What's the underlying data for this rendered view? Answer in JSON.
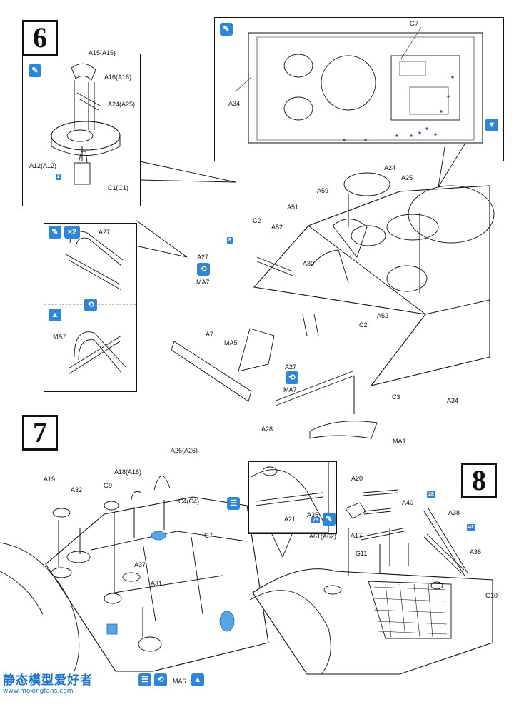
{
  "steps": {
    "s6": "6",
    "s7": "7",
    "s8": "8"
  },
  "icons": {
    "glue": "glue-icon",
    "x2": "×2",
    "flip": "flip-icon",
    "up": "up-icon",
    "top": "top-view-icon",
    "hatch": "hatch-icon"
  },
  "tags": {
    "t1": "2",
    "t2": "8",
    "t3": "28",
    "t4": "28",
    "t5": "42"
  },
  "step6_inset": [
    "A15(A15)",
    "A16(A16)",
    "A24(A25)",
    "A12(A12)",
    "C1(C1)"
  ],
  "step6_top": [
    "G7",
    "A34"
  ],
  "step6_ma7": [
    "A27",
    "MA7"
  ],
  "step6_main": [
    "A24",
    "A25",
    "A59",
    "A51",
    "C2",
    "A52",
    "A27",
    "MA7",
    "A30",
    "A7",
    "MA5",
    "C2",
    "A52",
    "A27",
    "MA7",
    "C3",
    "A34",
    "A28",
    "MA1"
  ],
  "step7": [
    "A19",
    "A32",
    "G9",
    "A18(A18)",
    "A26(A26)",
    "C4(C4)",
    "G7",
    "A37",
    "A31",
    "MA6"
  ],
  "step8_inset": [
    "A21",
    "A35"
  ],
  "step8": [
    "A20",
    "A40",
    "A38",
    "A61(A62)",
    "A17",
    "A36",
    "G11",
    "G10"
  ],
  "watermark": {
    "line1": "静态模型爱好者",
    "line2": "www.moxingfans.com"
  }
}
